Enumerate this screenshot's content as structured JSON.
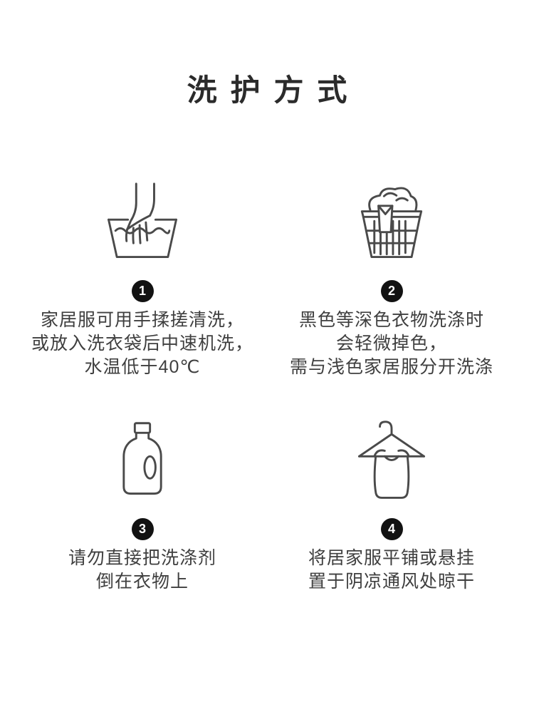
{
  "page": {
    "title": "洗护方式"
  },
  "colors": {
    "icon_stroke": "#4a4a4a",
    "text": "#3f3f3f",
    "badge_bg": "#121212",
    "badge_text": "#ffffff",
    "background": "#ffffff"
  },
  "items": [
    {
      "number": "1",
      "icon": "hand-wash-icon",
      "lines": [
        "家居服可用手揉搓清洗，",
        "或放入洗衣袋后中速机洗，",
        "水温低于40℃"
      ]
    },
    {
      "number": "2",
      "icon": "laundry-basket-icon",
      "lines": [
        "黑色等深色衣物洗涤时",
        "会轻微掉色，",
        "需与浅色家居服分开洗涤"
      ]
    },
    {
      "number": "3",
      "icon": "detergent-bottle-icon",
      "lines": [
        "请勿直接把洗涤剂",
        "倒在衣物上"
      ]
    },
    {
      "number": "4",
      "icon": "hanger-shirt-icon",
      "lines": [
        "将居家服平铺或悬挂",
        "置于阴凉通风处晾干"
      ]
    }
  ]
}
